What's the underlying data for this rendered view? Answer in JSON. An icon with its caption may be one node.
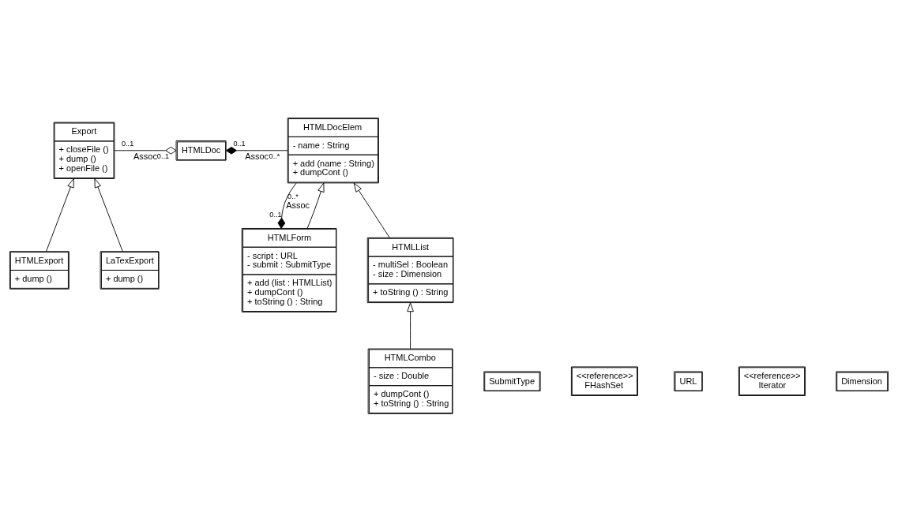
{
  "diagram": {
    "nodes": [
      {
        "text": [
          "Export",
          "+ closeFile ()",
          "+ dump ()",
          "+ openFile ()"
        ]
      },
      {
        "text": [
          "HTMLDoc"
        ]
      },
      {
        "text": [
          "HTMLDocElem",
          "- name : String",
          "+ add (name : String)",
          "+ dumpCont ()"
        ]
      },
      {
        "text": [
          "HTMLExport",
          "+ dump ()"
        ]
      },
      {
        "text": [
          "LaTexExport",
          "+ dump ()"
        ]
      },
      {
        "text": [
          "HTMLForm",
          "- script : URL",
          "- submit : SubmitType",
          "+ add (list : HTMLList)",
          "+ dumpCont ()",
          "+ toString () : String"
        ]
      },
      {
        "text": [
          "HTMLList",
          "- multiSel : Boolean",
          "- size : Dimension",
          "+ toString () : String"
        ]
      },
      {
        "text": [
          "SubmitType"
        ]
      },
      {
        "text": [
          "<<reference>>",
          "FHashSet"
        ]
      },
      {
        "text": [
          "URL"
        ]
      },
      {
        "text": [
          "<<reference>>",
          "Iterator"
        ]
      },
      {
        "text": [
          "HTMLCombo",
          "- size : Double",
          "+ dumpCont ()",
          "+ toString () : String"
        ]
      },
      {
        "text": [
          "Dimension"
        ]
      }
    ],
    "edges": [
      {
        "from": 0,
        "to": 1,
        "arrow": "other",
        "label": "Assoc"
      },
      {
        "from": 1,
        "to": 2,
        "arrow": "other",
        "label": "Assoc"
      },
      {
        "from": 5,
        "to": 2,
        "arrow": "other",
        "label": "Assoc"
      },
      {
        "from": 3,
        "to": 0,
        "arrow": "to"
      },
      {
        "from": 4,
        "to": 0,
        "arrow": "to"
      },
      {
        "from": 5,
        "to": 2,
        "arrow": "to"
      },
      {
        "from": 6,
        "to": 2,
        "arrow": "to"
      },
      {
        "from": 11,
        "to": 6,
        "arrow": "to"
      }
    ],
    "labels": [
      "0..1",
      "0..1",
      "0..1",
      "0..*",
      "0..*",
      "0..1"
    ]
  }
}
